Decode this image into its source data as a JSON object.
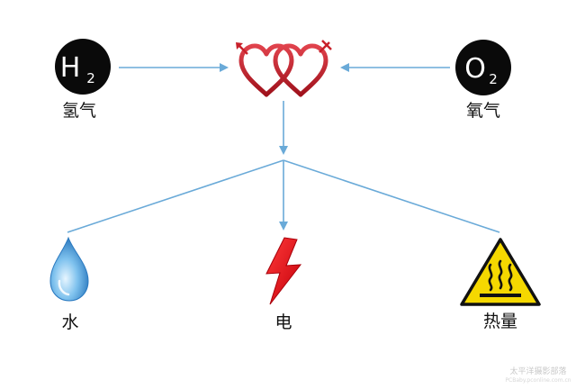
{
  "nodes": {
    "hydrogen": {
      "symbol": "H",
      "subscript": "2",
      "label": "氢气"
    },
    "oxygen": {
      "symbol": "O",
      "subscript": "2",
      "label": "氧气"
    },
    "water": {
      "label": "水"
    },
    "electricity": {
      "label": "电"
    },
    "heat": {
      "label": "热量"
    }
  },
  "watermark": {
    "text": "太平洋摄影部落",
    "subtext": "PCBaby.pconline.com.cn"
  },
  "colors": {
    "arrow": "#6aaad8",
    "circle": "#0a0a0a",
    "heart": "#c8202a",
    "bolt": "#e5141c",
    "warning_yellow": "#f5d800",
    "water_blue": "#3d8fd6"
  },
  "icons": {
    "center": "hearts-gender-icon",
    "water": "water-drop-icon",
    "electricity": "lightning-bolt-icon",
    "heat": "hot-surface-warning-icon"
  }
}
